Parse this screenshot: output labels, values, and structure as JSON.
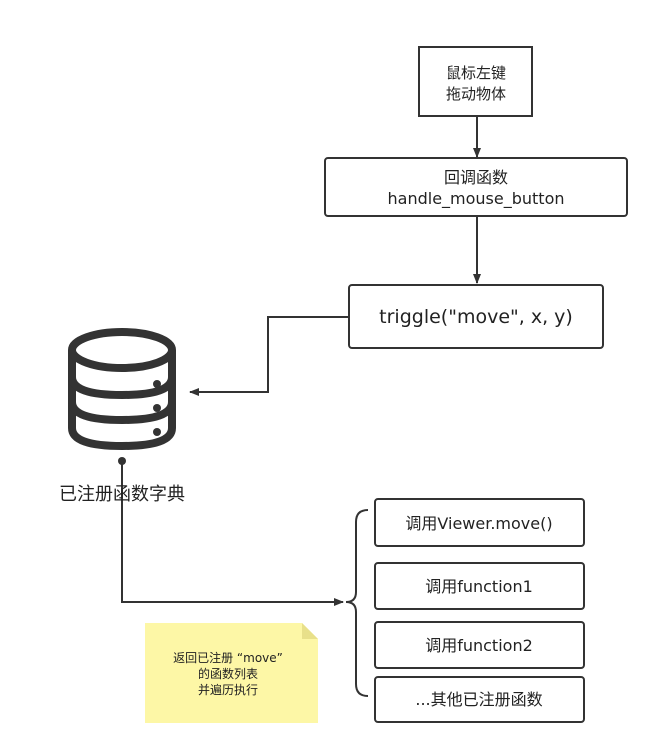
{
  "nodes": {
    "mouse_drag": {
      "lines": [
        "鼠标左键",
        "拖动物体"
      ]
    },
    "callback": {
      "lines": [
        "回调函数",
        "handle_mouse_button"
      ]
    },
    "trigger": {
      "label": "triggle(\"move\", x, y)"
    },
    "registry": {
      "label": "已注册函数字典"
    },
    "call_viewer_move": {
      "label": "调用Viewer.move()"
    },
    "call_function1": {
      "label": "调用function1"
    },
    "call_function2": {
      "label": "调用function2"
    },
    "other_registered": {
      "label": "...其他已注册函数"
    }
  },
  "note": {
    "lines": [
      "返回已注册 “move”",
      "的函数列表",
      "并遍历执行"
    ]
  },
  "colors": {
    "stroke": "#333333",
    "note_fill": "#fdf7a6",
    "note_fold": "#e8e08a"
  }
}
